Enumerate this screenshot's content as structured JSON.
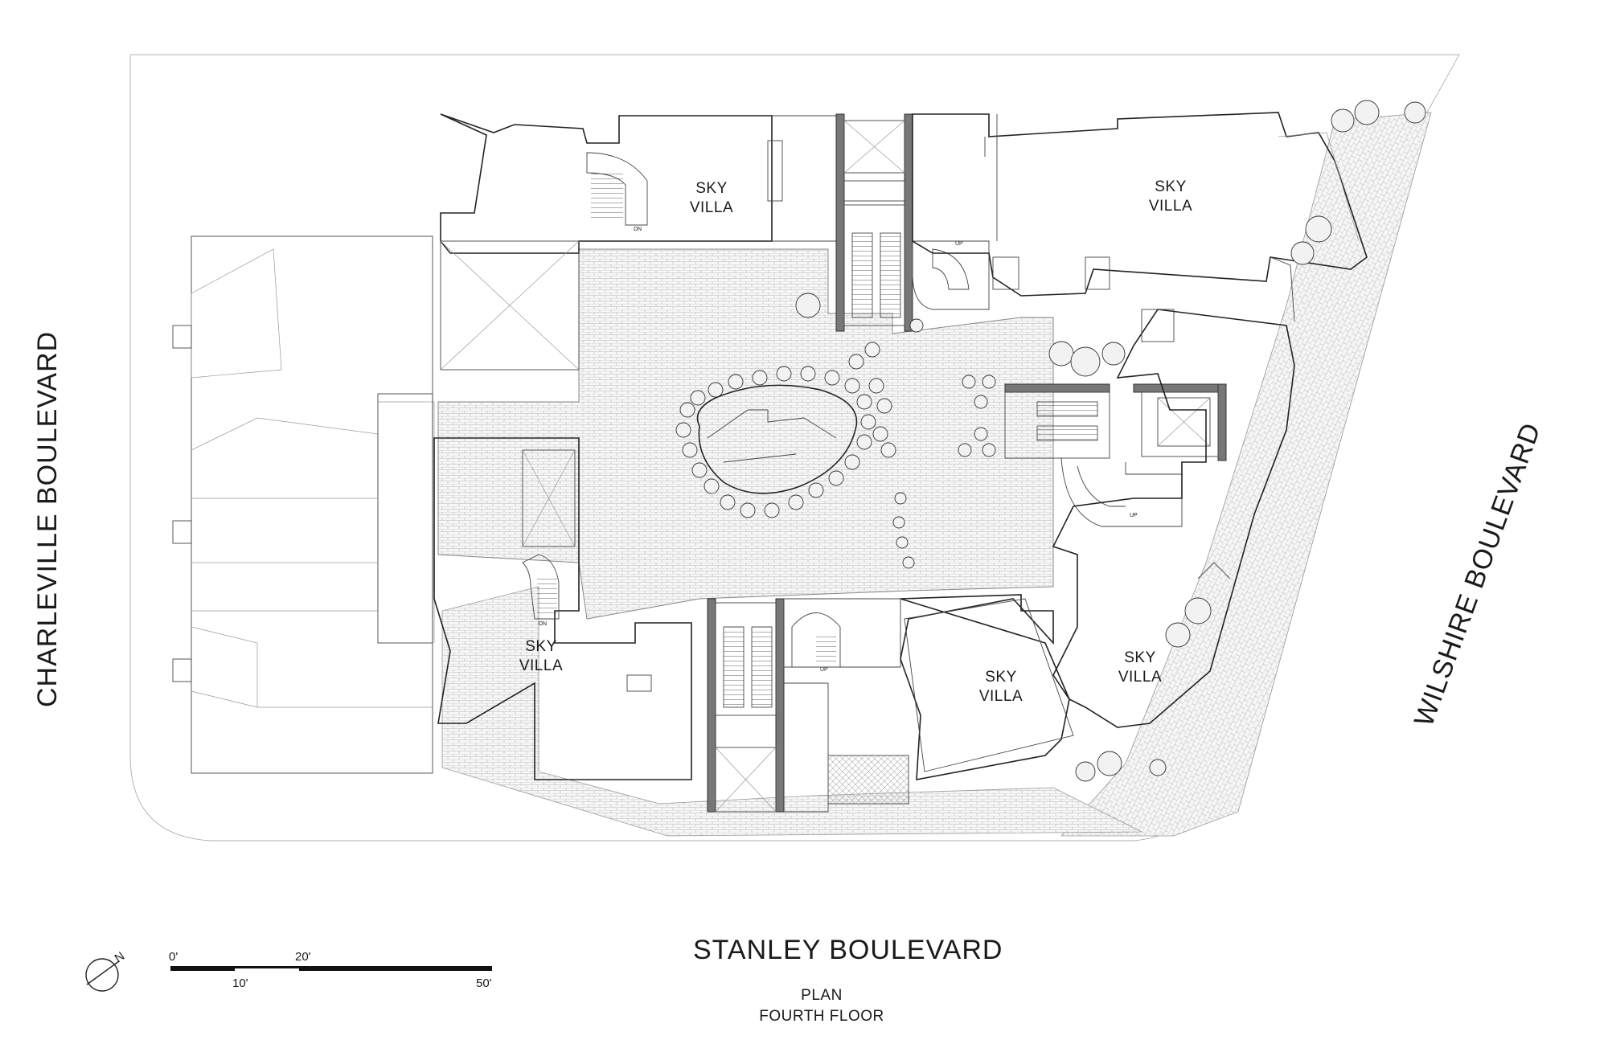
{
  "streets": {
    "west": "CHARLEVILLE BOULEVARD",
    "east": "WILSHIRE BOULEVARD",
    "south": "STANLEY BOULEVARD"
  },
  "rooms": [
    {
      "line1": "SKY",
      "line2": "VILLA"
    },
    {
      "line1": "SKY",
      "line2": "VILLA"
    },
    {
      "line1": "SKY",
      "line2": "VILLA"
    },
    {
      "line1": "SKY",
      "line2": "VILLA"
    },
    {
      "line1": "SKY",
      "line2": "VILLA"
    }
  ],
  "stair_marks": [
    "DN",
    "UP",
    "UP",
    "DN",
    "UP"
  ],
  "north_arrow": {
    "label": "N"
  },
  "scale_bar": {
    "labels": [
      "0'",
      "10'",
      "20'",
      "50'"
    ]
  },
  "caption": {
    "line1": "PLAN",
    "line2": "FOURTH FLOOR"
  }
}
